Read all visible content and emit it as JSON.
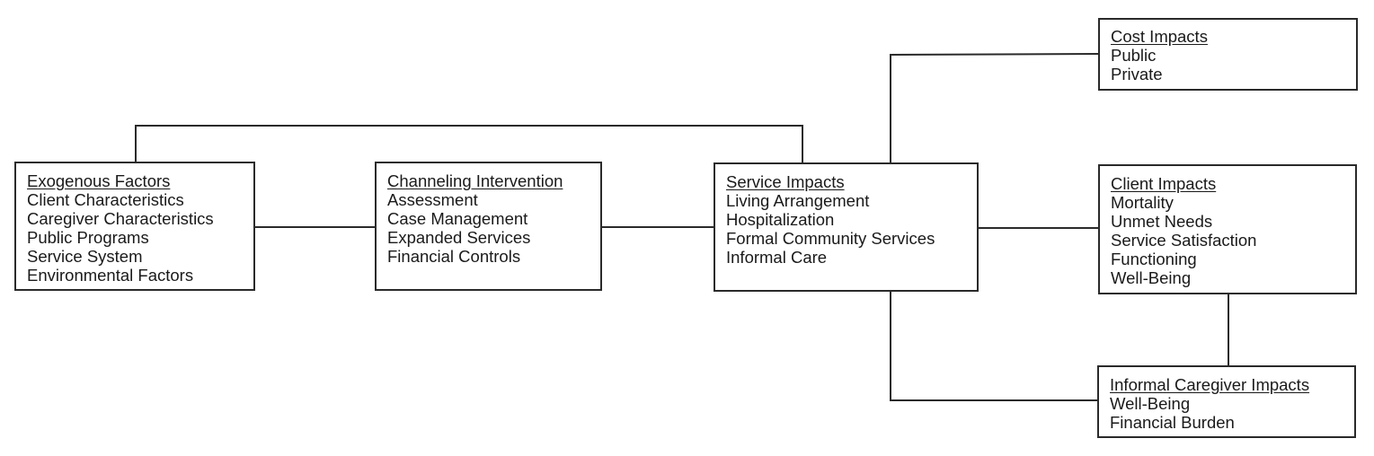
{
  "boxes": {
    "exogenous": {
      "title": "Exogenous Factors",
      "items": [
        "Client Characteristics",
        "Caregiver Characteristics",
        "Public Programs",
        "Service System",
        "Environmental Factors"
      ]
    },
    "channeling": {
      "title": "Channeling Intervention",
      "items": [
        "Assessment",
        "Case Management",
        "Expanded Services",
        "Financial Controls"
      ]
    },
    "service": {
      "title": "Service Impacts",
      "items": [
        "Living Arrangement",
        "Hospitalization",
        "Formal Community Services",
        "Informal Care"
      ]
    },
    "cost": {
      "title": "Cost Impacts",
      "items": [
        "Public",
        "Private"
      ]
    },
    "client": {
      "title": "Client Impacts",
      "items": [
        "Mortality",
        "Unmet Needs",
        "Service Satisfaction",
        "Functioning",
        "Well-Being"
      ]
    },
    "caregiver": {
      "title": "Informal Caregiver Impacts",
      "items": [
        "Well-Being",
        "Financial Burden"
      ]
    }
  }
}
